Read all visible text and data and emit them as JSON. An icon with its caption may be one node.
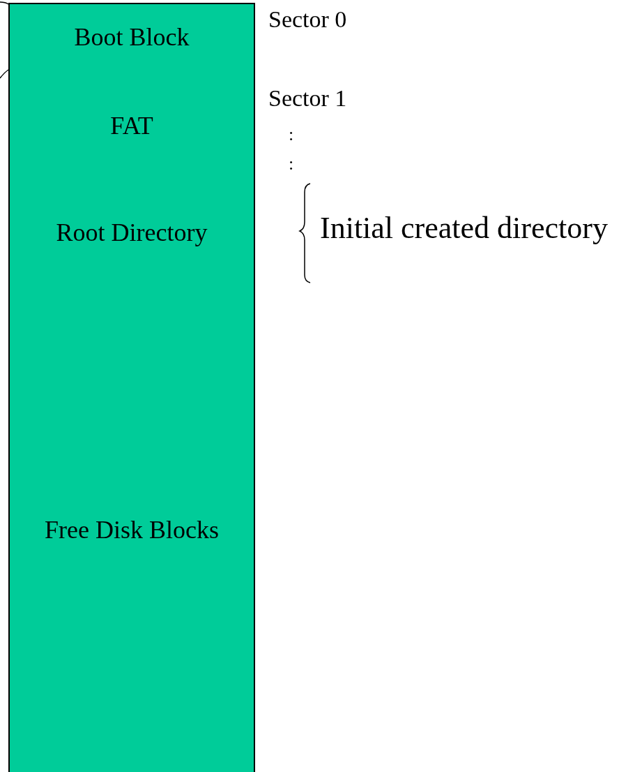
{
  "diagram": {
    "nodes": [
      {
        "text": [
          "Boot Block"
        ]
      },
      {
        "text": [
          "FAT"
        ]
      },
      {
        "text": [
          "Root Directory"
        ]
      },
      {
        "text": [
          "Free Disk Blocks"
        ]
      }
    ],
    "labels": [
      "Sector 0",
      "Sector 1",
      ":",
      ":",
      "Initial created directory"
    ]
  }
}
